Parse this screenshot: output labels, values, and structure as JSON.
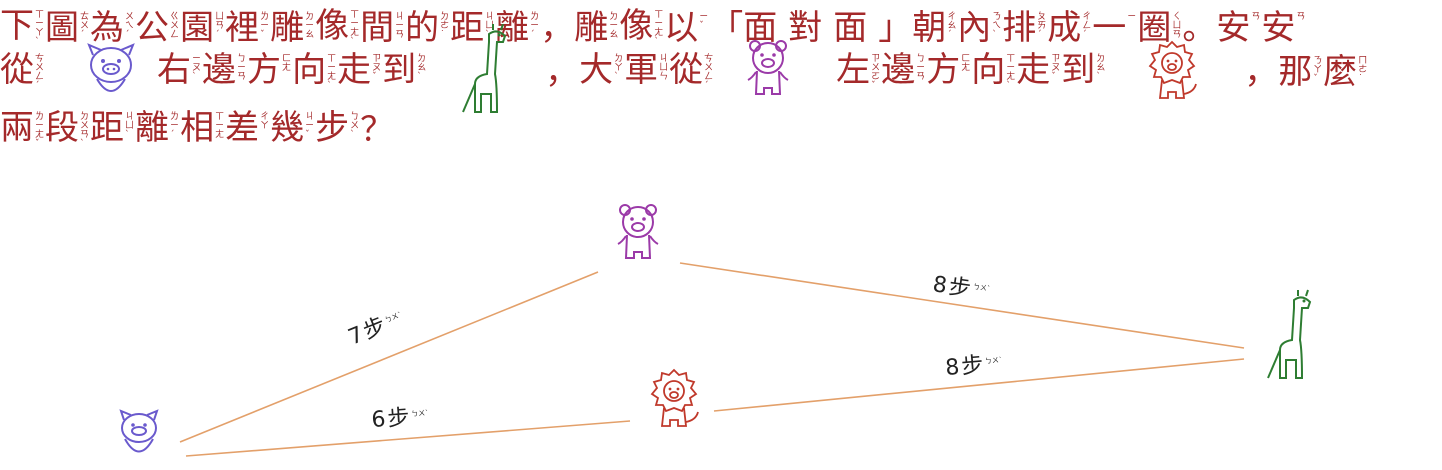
{
  "question": {
    "line1": [
      {
        "c": "下",
        "b": "ㄒㄧㄚˋ"
      },
      {
        "c": "圖",
        "b": "ㄊㄨˊ"
      },
      {
        "c": "為",
        "b": "ㄨㄟˊ"
      },
      {
        "c": "公",
        "b": "ㄍㄨㄥ"
      },
      {
        "c": "園",
        "b": "ㄩㄢˊ"
      },
      {
        "c": "裡",
        "b": "ㄌㄧˇ"
      },
      {
        "c": "雕",
        "b": "ㄉㄧㄠ"
      },
      {
        "c": "像",
        "b": "ㄒㄧㄤˋ"
      },
      {
        "c": "間",
        "b": "ㄐㄧㄢ"
      },
      {
        "c": "的",
        "b": "ㄉㄜ˙"
      },
      {
        "c": "距",
        "b": "ㄐㄩˋ"
      },
      {
        "c": "離",
        "b": "ㄌㄧˊ"
      },
      {
        "p": "，"
      },
      {
        "c": "雕",
        "b": "ㄉㄧㄠ"
      },
      {
        "c": "像",
        "b": "ㄒㄧㄤˋ"
      },
      {
        "c": "以",
        "b": "ㄧˇ"
      },
      {
        "p": "「"
      },
      {
        "c": "面",
        "b": ""
      },
      {
        "c": "對",
        "b": ""
      },
      {
        "c": "面",
        "b": ""
      },
      {
        "p": "」"
      },
      {
        "c": "朝",
        "b": "ㄔㄠˊ"
      },
      {
        "c": "內",
        "b": "ㄋㄟˋ"
      },
      {
        "c": "排",
        "b": "ㄆㄞˊ"
      },
      {
        "c": "成",
        "b": "ㄔㄥˊ"
      },
      {
        "c": "一",
        "b": "ㄧ"
      },
      {
        "c": "圈",
        "b": "ㄑㄩㄢ"
      },
      {
        "p": "。"
      },
      {
        "c": "安",
        "b": "ㄢ"
      },
      {
        "c": "安",
        "b": "ㄢ"
      }
    ],
    "line2a": [
      {
        "c": "從",
        "b": "ㄘㄨㄥˊ"
      }
    ],
    "line2b": [
      {
        "c": "右",
        "b": "ㄧㄡˋ"
      },
      {
        "c": "邊",
        "b": "ㄅㄧㄢ"
      },
      {
        "c": "方",
        "b": "ㄈㄤ"
      },
      {
        "c": "向",
        "b": "ㄒㄧㄤˋ"
      },
      {
        "c": "走",
        "b": "ㄗㄡˇ"
      },
      {
        "c": "到",
        "b": "ㄉㄠˋ"
      }
    ],
    "line2c_punct": "，",
    "line2c": [
      {
        "c": "大",
        "b": "ㄉㄚˋ"
      },
      {
        "c": "軍",
        "b": "ㄐㄩㄣ"
      },
      {
        "c": "從",
        "b": "ㄘㄨㄥˊ"
      }
    ],
    "line2d": [
      {
        "c": "左",
        "b": "ㄗㄨㄛˇ"
      },
      {
        "c": "邊",
        "b": "ㄅㄧㄢ"
      },
      {
        "c": "方",
        "b": "ㄈㄤ"
      },
      {
        "c": "向",
        "b": "ㄒㄧㄤˋ"
      },
      {
        "c": "走",
        "b": "ㄗㄡˇ"
      },
      {
        "c": "到",
        "b": "ㄉㄠˋ"
      }
    ],
    "line2e_punct": "，",
    "line2e": [
      {
        "c": "那",
        "b": "ㄋㄚˇ"
      },
      {
        "c": "麼",
        "b": "ㄇㄜ˙"
      }
    ],
    "line3": [
      {
        "c": "兩",
        "b": "ㄌㄧㄤˇ"
      },
      {
        "c": "段",
        "b": "ㄉㄨㄢˋ"
      },
      {
        "c": "距",
        "b": "ㄐㄩˋ"
      },
      {
        "c": "離",
        "b": "ㄌㄧˊ"
      },
      {
        "c": "相",
        "b": "ㄒㄧㄤ"
      },
      {
        "c": "差",
        "b": "ㄔㄚ"
      },
      {
        "c": "幾",
        "b": "ㄐㄧˇ"
      },
      {
        "c": "步",
        "b": "ㄅㄨˋ"
      }
    ],
    "line3_punct": "？"
  },
  "diagram": {
    "edges": [
      {
        "from": "pig",
        "to": "bear",
        "num": "7",
        "unit": "步",
        "bpmf": "ㄅㄨˋ"
      },
      {
        "from": "bear",
        "to": "giraffe",
        "num": "8",
        "unit": "步",
        "bpmf": "ㄅㄨˋ"
      },
      {
        "from": "pig",
        "to": "lion",
        "num": "6",
        "unit": "步",
        "bpmf": "ㄅㄨˋ"
      },
      {
        "from": "lion",
        "to": "giraffe",
        "num": "8",
        "unit": "步",
        "bpmf": "ㄅㄨˋ"
      }
    ]
  },
  "colors": {
    "text": "#a4292a",
    "line": "#e3a06a",
    "pig": "#6a5acd",
    "bear": "#9b3aa8",
    "giraffe": "#2e7d32",
    "lion": "#c0392b"
  },
  "icons": {
    "pig": "pig-statue-icon",
    "bear": "bear-statue-icon",
    "giraffe": "giraffe-statue-icon",
    "lion": "lion-statue-icon"
  }
}
